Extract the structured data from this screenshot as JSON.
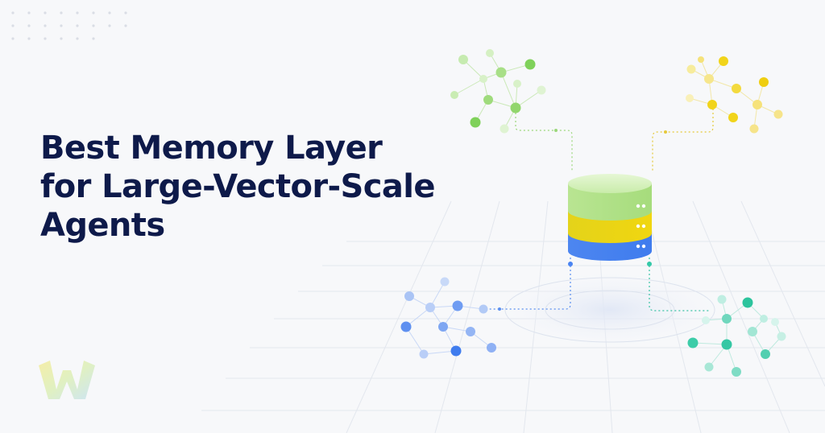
{
  "headline": {
    "line1": "Best Memory Layer",
    "line2": "for Large-Vector-Scale",
    "line3": "Agents"
  },
  "icons": {
    "logo": "brand-w-logo",
    "database": "database-stack-icon"
  },
  "colors": {
    "headline": "#0e1a4a",
    "green": "#8fd66b",
    "yellow": "#f2d21a",
    "blue": "#4a84f2",
    "teal": "#33c9a8",
    "background": "#f7f8fa"
  }
}
